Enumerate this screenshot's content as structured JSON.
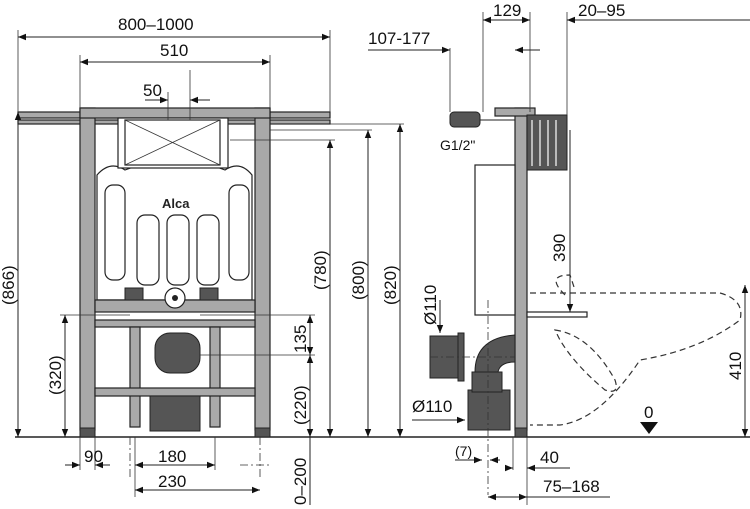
{
  "brand": "Alca",
  "front_view": {
    "width_range": "800–1000",
    "frame_width": "510",
    "flush_offset": "50",
    "total_height": "(866)",
    "height_780": "(780)",
    "height_800": "(800)",
    "height_820": "(820)",
    "bracket_height": "(320)",
    "drain_offset": "135",
    "drain_height": "(220)",
    "foot_extension": "0–200",
    "foot_width": "90",
    "bolt_spacing": "180",
    "outlet_spacing": "230"
  },
  "side_view": {
    "depth_129": "129",
    "wall_gap": "20–95",
    "valve_range": "107-177",
    "inlet_thread": "G1/2\"",
    "bolt_height": "390",
    "pipe_diameter_1": "Ø110",
    "pipe_diameter_2": "Ø110",
    "seat_height": "410",
    "floor_level": "0",
    "offset_7": "(7)",
    "frame_depth": "40",
    "outlet_range": "75–168"
  }
}
